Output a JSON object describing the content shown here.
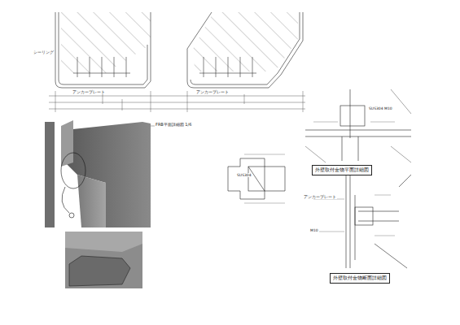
{
  "diagram": {
    "nodes": [
      {
        "text": [
          "外壁取付金物平面詳細図"
        ]
      },
      {
        "text": [
          "外壁取付金物断面詳細図"
        ]
      }
    ],
    "labels": [
      "FRB平面詳細図 1/6",
      "シーリング",
      "アンカープレート",
      "アンカープレート",
      "SUS304",
      "SUS304 M10",
      "アンカープレート",
      "M10"
    ]
  }
}
